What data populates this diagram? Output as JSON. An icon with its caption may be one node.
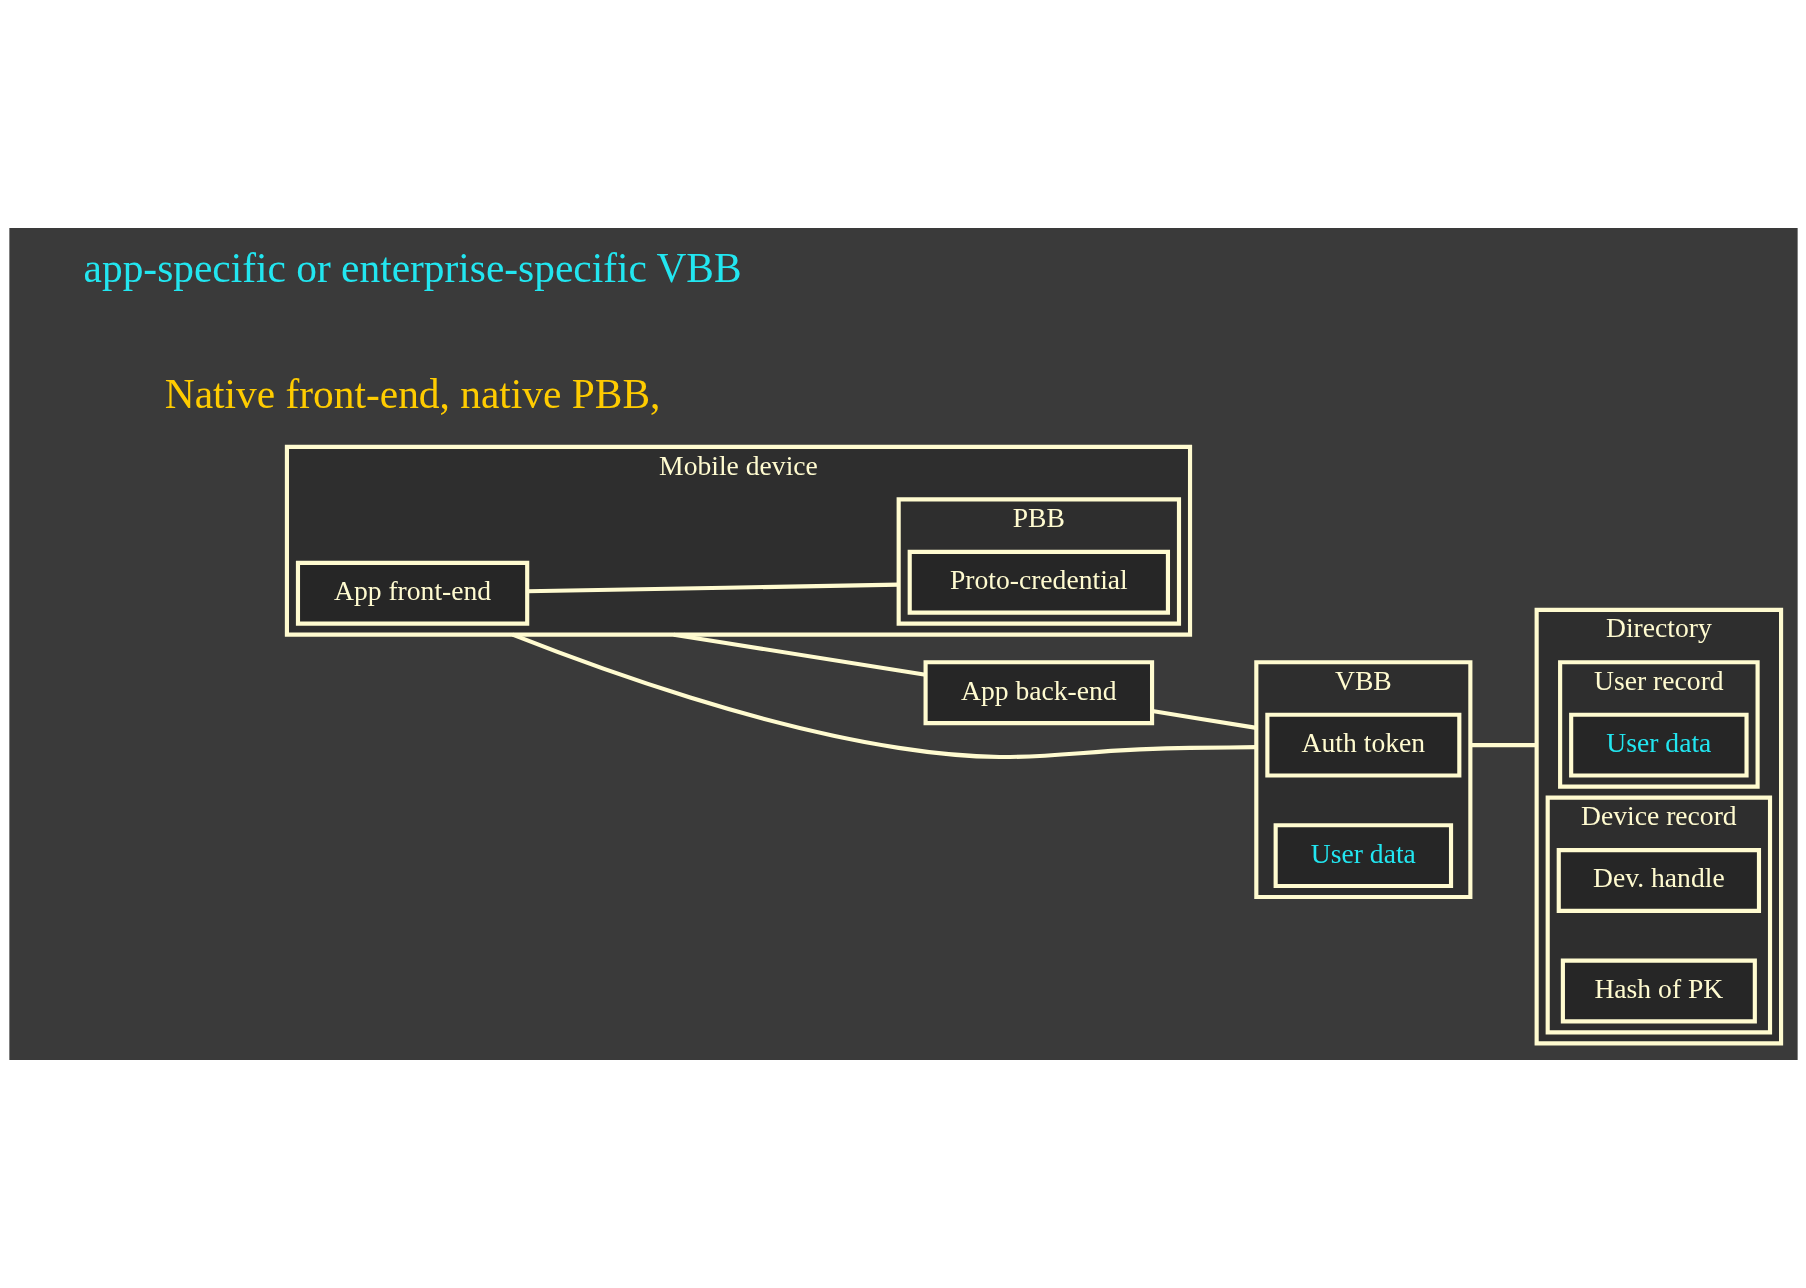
{
  "diagram": {
    "nodes": [
      {
        "text": [
          "Mobile device"
        ]
      },
      {
        "text": [
          "App front-end"
        ],
        "in": 0
      },
      {
        "text": [
          "PBB"
        ],
        "in": 0
      },
      {
        "text": [
          "Proto-credential"
        ],
        "in": 2
      },
      {
        "text": [
          "App back-end"
        ]
      },
      {
        "text": [
          "VBB"
        ]
      },
      {
        "text": [
          "Auth token"
        ],
        "in": 5
      },
      {
        "text": [
          "User data"
        ],
        "in": 5
      },
      {
        "text": [
          "Directory"
        ]
      },
      {
        "text": [
          "User record"
        ],
        "in": 8
      },
      {
        "text": [
          "User data"
        ],
        "in": 9
      },
      {
        "text": [
          "Device record"
        ],
        "in": 8
      },
      {
        "text": [
          "Dev. handle"
        ],
        "in": 11
      },
      {
        "text": [
          "Hash of PK"
        ],
        "in": 11
      }
    ],
    "edges": [
      {
        "from": 0,
        "to": 4,
        "arrow": "none"
      },
      {
        "from": 1,
        "to": 2,
        "arrow": "none"
      },
      {
        "from": 4,
        "to": 5,
        "arrow": "none"
      },
      {
        "from": 0,
        "to": 5,
        "arrow": "none"
      },
      {
        "from": 5,
        "to": 8,
        "arrow": "none"
      }
    ],
    "labels": [
      "Native front-end, native PBB,",
      "app-specific or enterprise-specific VBB"
    ]
  }
}
